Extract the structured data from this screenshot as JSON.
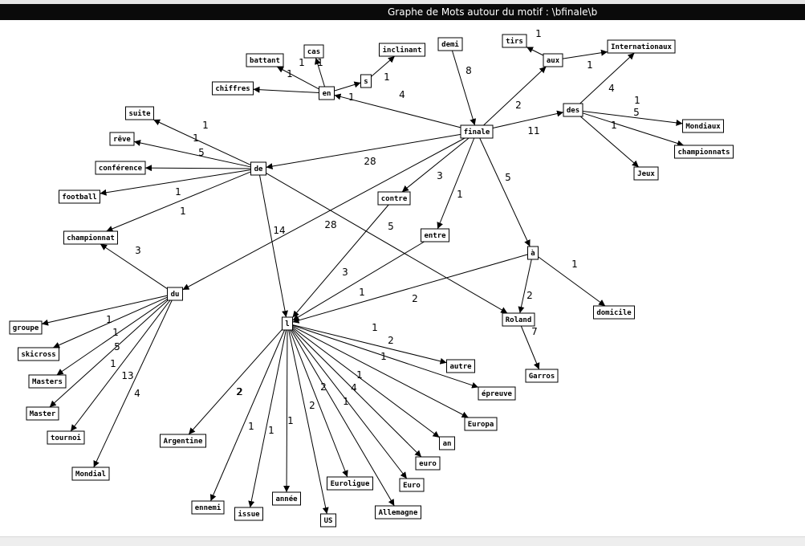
{
  "window": {
    "title": "Graphe de Mots autour du motif : \\bfinale\\b"
  },
  "graph": {
    "nodes": [
      {
        "id": "finale",
        "label": "finale"
      },
      {
        "id": "demi",
        "label": "demi"
      },
      {
        "id": "en",
        "label": "en"
      },
      {
        "id": "cas",
        "label": "cas"
      },
      {
        "id": "battant",
        "label": "battant"
      },
      {
        "id": "chiffres",
        "label": "chiffres"
      },
      {
        "id": "s",
        "label": "s"
      },
      {
        "id": "inclinant",
        "label": "inclinant"
      },
      {
        "id": "tirs",
        "label": "tirs"
      },
      {
        "id": "aux",
        "label": "aux"
      },
      {
        "id": "internationaux",
        "label": "Internationaux"
      },
      {
        "id": "des",
        "label": "des"
      },
      {
        "id": "mondiaux",
        "label": "Mondiaux"
      },
      {
        "id": "championnats",
        "label": "championnats"
      },
      {
        "id": "jeux",
        "label": "Jeux"
      },
      {
        "id": "de",
        "label": "de"
      },
      {
        "id": "suite",
        "label": "suite"
      },
      {
        "id": "reve",
        "label": "rêve"
      },
      {
        "id": "conference",
        "label": "conférence"
      },
      {
        "id": "football",
        "label": "football"
      },
      {
        "id": "championnat",
        "label": "championnat"
      },
      {
        "id": "contre",
        "label": "contre"
      },
      {
        "id": "entre",
        "label": "entre"
      },
      {
        "id": "a",
        "label": "à"
      },
      {
        "id": "domicile",
        "label": "domicile"
      },
      {
        "id": "roland",
        "label": "Roland"
      },
      {
        "id": "garros",
        "label": "Garros"
      },
      {
        "id": "du",
        "label": "du"
      },
      {
        "id": "groupe",
        "label": "groupe"
      },
      {
        "id": "skicross",
        "label": "skicross"
      },
      {
        "id": "masters",
        "label": "Masters"
      },
      {
        "id": "master",
        "label": "Master"
      },
      {
        "id": "tournoi",
        "label": "tournoi"
      },
      {
        "id": "mondial",
        "label": "Mondial"
      },
      {
        "id": "l",
        "label": "l"
      },
      {
        "id": "autre",
        "label": "autre"
      },
      {
        "id": "epreuve",
        "label": "épreuve"
      },
      {
        "id": "europa",
        "label": "Europa"
      },
      {
        "id": "an",
        "label": "an"
      },
      {
        "id": "euro_low",
        "label": "euro"
      },
      {
        "id": "euro",
        "label": "Euro"
      },
      {
        "id": "allemagne",
        "label": "Allemagne"
      },
      {
        "id": "euroligue",
        "label": "Euroligue"
      },
      {
        "id": "us",
        "label": "US"
      },
      {
        "id": "annee",
        "label": "année"
      },
      {
        "id": "issue",
        "label": "issue"
      },
      {
        "id": "ennemi",
        "label": "ennemi"
      },
      {
        "id": "argentine",
        "label": "Argentine"
      }
    ],
    "edges": [
      {
        "from": "demi",
        "to": "finale",
        "weight": "8"
      },
      {
        "from": "finale",
        "to": "en",
        "weight": "4"
      },
      {
        "from": "en",
        "to": "cas",
        "weight": "1"
      },
      {
        "from": "en",
        "to": "battant",
        "weight": "1"
      },
      {
        "from": "en",
        "to": "chiffres",
        "weight": "1"
      },
      {
        "from": "en",
        "to": "s",
        "weight": "1"
      },
      {
        "from": "s",
        "to": "inclinant",
        "weight": "1"
      },
      {
        "from": "finale",
        "to": "aux",
        "weight": "2"
      },
      {
        "from": "aux",
        "to": "tirs",
        "weight": "1"
      },
      {
        "from": "aux",
        "to": "internationaux",
        "weight": "1"
      },
      {
        "from": "finale",
        "to": "des",
        "weight": "11"
      },
      {
        "from": "des",
        "to": "internationaux",
        "weight": "4"
      },
      {
        "from": "des",
        "to": "mondiaux",
        "weight": "1"
      },
      {
        "from": "des",
        "to": "championnats",
        "weight": "5"
      },
      {
        "from": "des",
        "to": "jeux",
        "weight": "1"
      },
      {
        "from": "finale",
        "to": "de",
        "weight": "28"
      },
      {
        "from": "de",
        "to": "suite",
        "weight": "1"
      },
      {
        "from": "de",
        "to": "reve",
        "weight": "1"
      },
      {
        "from": "de",
        "to": "conference",
        "weight": "5"
      },
      {
        "from": "de",
        "to": "football",
        "weight": "1"
      },
      {
        "from": "de",
        "to": "championnat",
        "weight": "1"
      },
      {
        "from": "de",
        "to": "l",
        "weight": "14"
      },
      {
        "from": "de",
        "to": "roland",
        "weight": "5"
      },
      {
        "from": "finale",
        "to": "du",
        "weight": "28"
      },
      {
        "from": "finale",
        "to": "contre",
        "weight": "3"
      },
      {
        "from": "finale",
        "to": "entre",
        "weight": "1"
      },
      {
        "from": "finale",
        "to": "a",
        "weight": "5"
      },
      {
        "from": "contre",
        "to": "l",
        "weight": "3"
      },
      {
        "from": "entre",
        "to": "l",
        "weight": "1"
      },
      {
        "from": "a",
        "to": "l",
        "weight": "2"
      },
      {
        "from": "a",
        "to": "roland",
        "weight": "2"
      },
      {
        "from": "a",
        "to": "domicile",
        "weight": "1"
      },
      {
        "from": "roland",
        "to": "garros",
        "weight": "7"
      },
      {
        "from": "du",
        "to": "championnat",
        "weight": "3"
      },
      {
        "from": "du",
        "to": "groupe",
        "weight": "1"
      },
      {
        "from": "du",
        "to": "skicross",
        "weight": "1"
      },
      {
        "from": "du",
        "to": "masters",
        "weight": "5"
      },
      {
        "from": "du",
        "to": "master",
        "weight": "1"
      },
      {
        "from": "du",
        "to": "tournoi",
        "weight": "13"
      },
      {
        "from": "du",
        "to": "mondial",
        "weight": "4"
      },
      {
        "from": "l",
        "to": "autre",
        "weight": "1"
      },
      {
        "from": "l",
        "to": "epreuve",
        "weight": "2"
      },
      {
        "from": "l",
        "to": "europa",
        "weight": "1"
      },
      {
        "from": "l",
        "to": "an",
        "weight": "1"
      },
      {
        "from": "l",
        "to": "euro_low",
        "weight": "4"
      },
      {
        "from": "l",
        "to": "euro",
        "weight": "1"
      },
      {
        "from": "l",
        "to": "allemagne",
        "weight": "2"
      },
      {
        "from": "l",
        "to": "euroligue",
        "weight": "2"
      },
      {
        "from": "l",
        "to": "us",
        "weight": "1"
      },
      {
        "from": "l",
        "to": "annee",
        "weight": "1"
      },
      {
        "from": "l",
        "to": "issue",
        "weight": "1"
      },
      {
        "from": "l",
        "to": "ennemi",
        "weight": "2"
      },
      {
        "from": "l",
        "to": "argentine",
        "weight": "2"
      }
    ]
  }
}
